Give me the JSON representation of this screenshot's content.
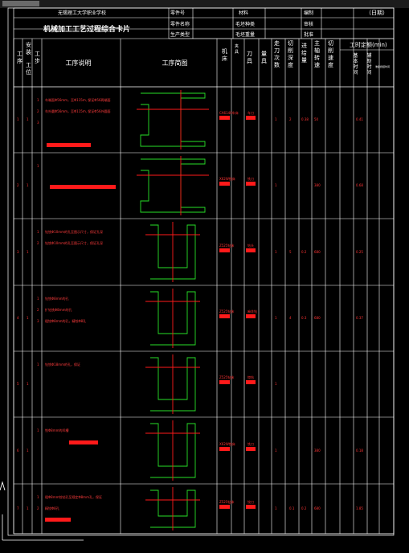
{
  "window": {
    "title_bar_color": "#1c1c1c"
  },
  "header": {
    "school": "无锡理工大学职业学校",
    "title": "机械加工工艺过程综合卡片",
    "labels": {
      "part_no": "零件号",
      "part_name": "零件名称",
      "prod_type": "生产类型",
      "material": "材料",
      "blank_type": "毛坯种类",
      "blank_weight": "毛坯重量",
      "no": "编制",
      "check": "审核",
      "approve": "批准",
      "date": "（日期）"
    }
  },
  "columns": {
    "process_no": "工序",
    "install": "安装",
    "station": "工位",
    "step": "工步",
    "desc": "工序说明",
    "sketch": "工序简图",
    "machine": "机床",
    "fixture": "夹具",
    "tool": "刀具",
    "gauge": "量具",
    "passes": "走刀次数",
    "depth": "切削深度",
    "feed": "进给量",
    "speed": "主轴转速",
    "cut_speed": "切削速度",
    "time_quota": "工时定额(min)",
    "basic": "基本时间",
    "aux": "辅助时间",
    "prep": "准备终结时间"
  },
  "rows": [
    {
      "no": "1",
      "install": "1",
      "steps": [
        "1",
        "2",
        "3"
      ],
      "text": [
        "车端面Φ56mm，至Φ115m, 保证Φ56两端面",
        "车外圆Φ56mm，至Φ115m, 保证Φ56外圆面"
      ],
      "machine": "CA6140车床",
      "tool": "车刀",
      "passes": "1",
      "depth": "2",
      "feed": "0.38",
      "speed": "50",
      "time": "0.41"
    },
    {
      "no": "2",
      "install": "1",
      "steps": [
        "1"
      ],
      "text": [],
      "machine": "X62W铣床",
      "tool": "铣刀",
      "passes": "1",
      "depth": "",
      "feed": "",
      "speed": "380",
      "time": "0.68"
    },
    {
      "no": "3",
      "install": "1",
      "steps": [
        "1",
        "2"
      ],
      "text": [
        "钻铣Φ10mm的孔至图示尺寸，保证孔深",
        "钻铣Φ10mm的孔至图示尺寸，保证孔深"
      ],
      "machine": "Z525钻床",
      "tool": "钻头",
      "passes": "1",
      "depth": "5",
      "feed": "0.2",
      "speed": "680",
      "time": "0.25"
    },
    {
      "no": "4",
      "install": "1",
      "steps": [
        "1",
        "2",
        "3"
      ],
      "text": [
        "钻铣Φ8mm的孔",
        "扩钻铣Φ8mm的孔",
        "粗铰Φ8mm的孔，精铰Φ8孔"
      ],
      "machine": "Z525钻床",
      "tool": "麻花钻",
      "passes": "1",
      "depth": "4",
      "feed": "0.3",
      "speed": "680",
      "time": "0.37"
    },
    {
      "no": "5",
      "install": "1",
      "steps": [
        "1"
      ],
      "text": [
        "钻铣Φ18mm的孔，保证"
      ],
      "machine": "Z525钻床",
      "tool": "锪钻",
      "passes": "1",
      "depth": "",
      "feed": "",
      "speed": "",
      "time": ""
    },
    {
      "no": "6",
      "install": "1",
      "steps": [
        "1"
      ],
      "text": [
        "铣Φ8mm的凹槽"
      ],
      "machine": "X62W铣床",
      "tool": "铣刀",
      "passes": "1",
      "depth": "",
      "feed": "",
      "speed": "380",
      "time": "0.18"
    },
    {
      "no": "7",
      "install": "1",
      "steps": [
        "1",
        "2"
      ],
      "text": [
        "粗Φ8mm铰钻孔至规定Φ8mm孔，保证",
        "精铰Φ8孔"
      ],
      "machine": "Z525钻床",
      "tool": "铰刀",
      "passes": "1",
      "depth": "0.1",
      "feed": "0.2",
      "speed": "680",
      "time": "1.85"
    }
  ],
  "colors": {
    "grid": "#ffffff",
    "accent": "#ff1a1a",
    "drawing": "#27e027",
    "red_text": "#ff3030"
  }
}
